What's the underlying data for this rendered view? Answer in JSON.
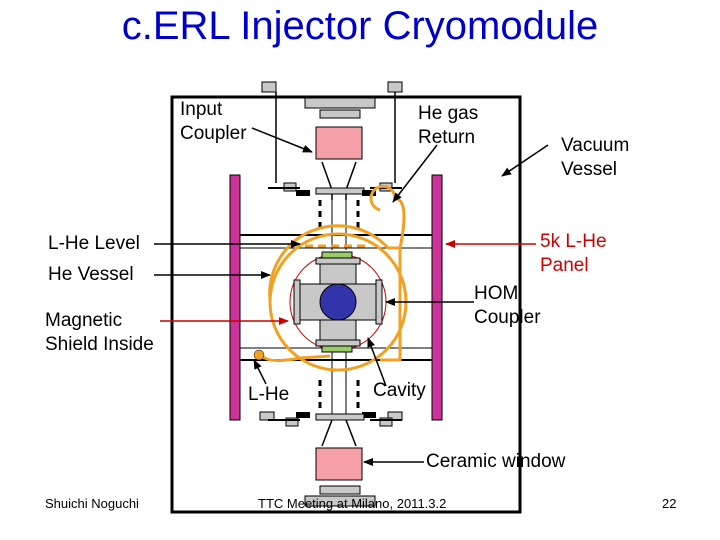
{
  "title": "c.ERL Injector Cryomodule",
  "labels": {
    "input_coupler": "Input\nCoupler",
    "he_gas_return": "He gas\nReturn",
    "vacuum_vessel": "Vacuum\nVessel",
    "lhe_level": "L-He Level",
    "he_vessel": "He Vessel",
    "magnetic_shield": "Magnetic\nShield Inside",
    "lhe_panel": "5k L-He\nPanel",
    "hom_coupler": "HOM\nCoupler",
    "lhe": "L-He",
    "cavity": "Cavity",
    "ceramic_window": "Ceramic window"
  },
  "footer": {
    "author": "Shuichi Noguchi",
    "meeting": "TTC Meeting at Milano, 2011.3.2",
    "page": "22"
  },
  "colors": {
    "title": "#0000cc",
    "vessel_wall": "#cc3399",
    "he_vessel_line": "#f2a020",
    "coupler_body": "#f5a0a8",
    "cavity": "#3333aa",
    "gray_part": "#c8c8c8",
    "arrow_red": "#cc0000"
  }
}
